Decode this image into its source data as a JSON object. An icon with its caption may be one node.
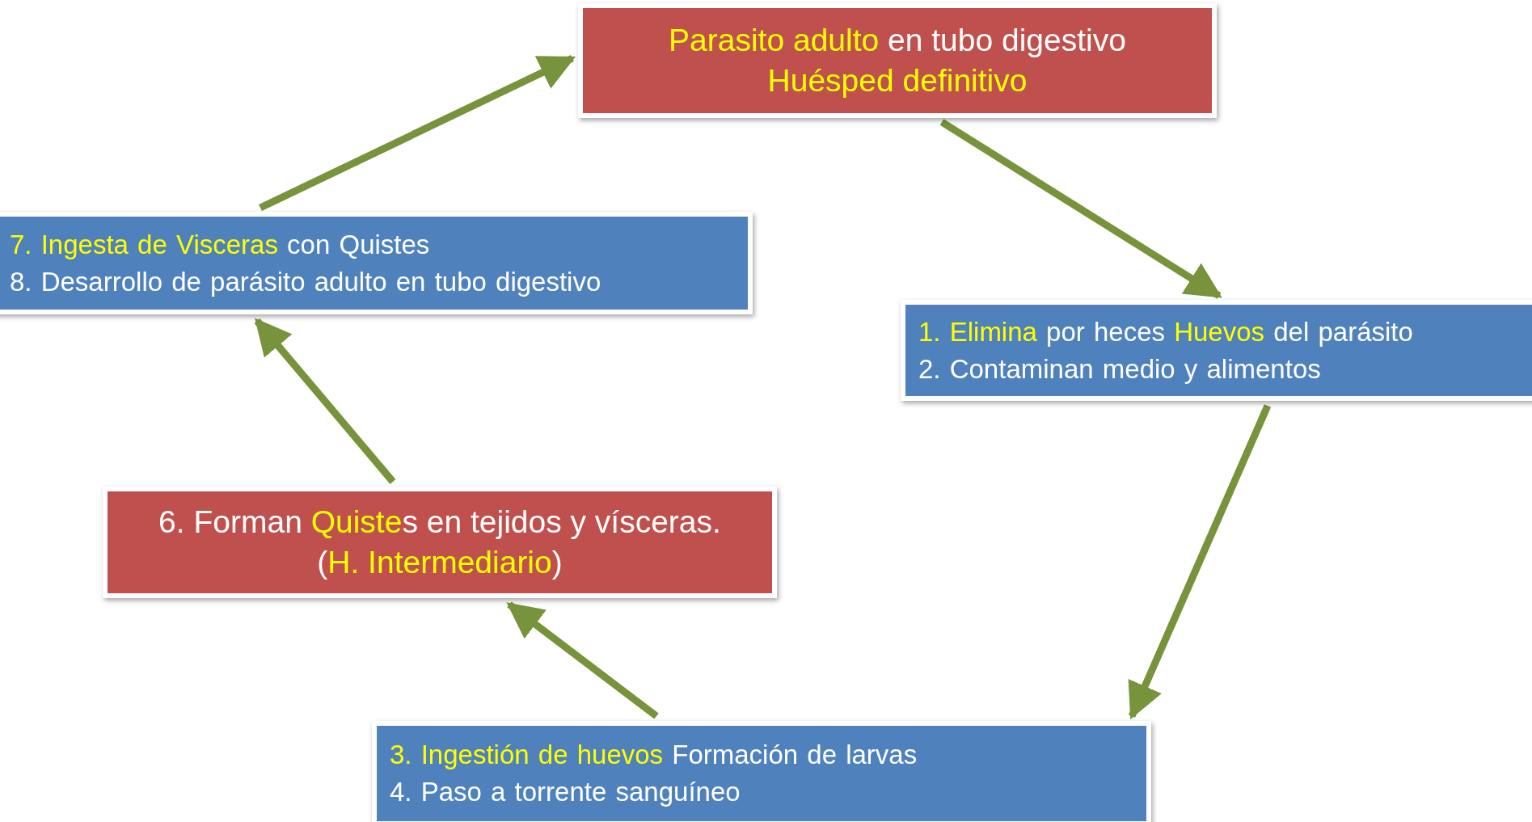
{
  "diagram": {
    "nodes": [
      {
        "text": [
          "**Parasito adulto** en tubo digestivo",
          "**Huésped definitivo**"
        ]
      },
      {
        "text": [
          "**1.** **Elimina** por heces **Huevos** del parásito",
          "2. Contaminan medio y alimentos"
        ]
      },
      {
        "text": [
          "**3.** **Ingestión de huevos** Formación de larvas",
          "4. Paso a torrente sanguíneo"
        ]
      },
      {
        "text": [
          "6. Forman **Quiste**s en tejidos y vísceras.",
          "(**H. Intermediario**)"
        ]
      },
      {
        "text": [
          "**7.** **Ingesta de Visceras** con Quistes",
          "8. Desarrollo de parásito adulto en tubo digestivo"
        ]
      }
    ],
    "edges": [
      {
        "from": 0,
        "to": 1,
        "arrow": "to"
      },
      {
        "from": 1,
        "to": 2,
        "arrow": "to"
      },
      {
        "from": 2,
        "to": 3,
        "arrow": "to"
      },
      {
        "from": 3,
        "to": 4,
        "arrow": "to"
      },
      {
        "from": 4,
        "to": 0,
        "arrow": "to"
      }
    ]
  }
}
